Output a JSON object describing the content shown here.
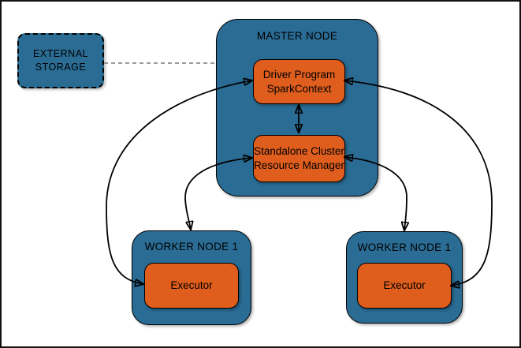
{
  "diagram": {
    "nodes": {
      "external_storage": {
        "line1": "EXTERNAL",
        "line2": "STORAGE"
      },
      "master_node": {
        "title": "MASTER NODE"
      },
      "driver_program": {
        "line1": "Driver Program",
        "line2": "SparkContext"
      },
      "resource_manager": {
        "line1": "Standalone Cluster",
        "line2": "Resource Manager"
      },
      "worker_node_left": {
        "title": "WORKER NODE 1",
        "executor_label": "Executor"
      },
      "worker_node_right": {
        "title": "WORKER NODE 1",
        "executor_label": "Executor"
      }
    },
    "edges": [
      {
        "from": "EXTERNAL STORAGE",
        "to": "MASTER NODE",
        "style": "dashed",
        "arrows": "none"
      },
      {
        "from": "Driver Program SparkContext",
        "to": "Standalone Cluster Resource Manager",
        "style": "solid",
        "arrows": "both"
      },
      {
        "from": "Driver Program SparkContext",
        "to": "Executor (left worker)",
        "style": "solid",
        "arrows": "both"
      },
      {
        "from": "Driver Program SparkContext",
        "to": "Executor (right worker)",
        "style": "solid",
        "arrows": "both"
      },
      {
        "from": "Standalone Cluster Resource Manager",
        "to": "WORKER NODE 1 (left)",
        "style": "solid",
        "arrows": "both"
      },
      {
        "from": "Standalone Cluster Resource Manager",
        "to": "WORKER NODE 1 (right)",
        "style": "solid",
        "arrows": "both"
      }
    ],
    "colors": {
      "node_fill": "#2a6c94",
      "component_fill": "#e05e1d",
      "stroke": "#000000",
      "dashed_link": "#8c8c8c",
      "background": "#ffffff"
    }
  }
}
